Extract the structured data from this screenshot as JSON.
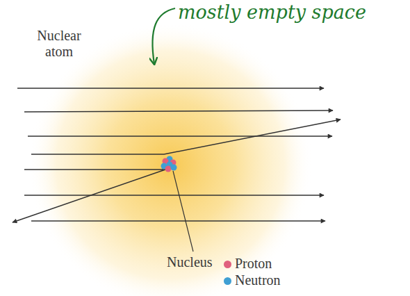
{
  "diagram": {
    "labels": [
      "Nuclear atom",
      "mostly empty space",
      "Nucleus"
    ],
    "legend": [
      {
        "text": "Proton",
        "color": "#e0607e"
      },
      {
        "text": "Neutron",
        "color": "#3f9fd3"
      }
    ]
  }
}
